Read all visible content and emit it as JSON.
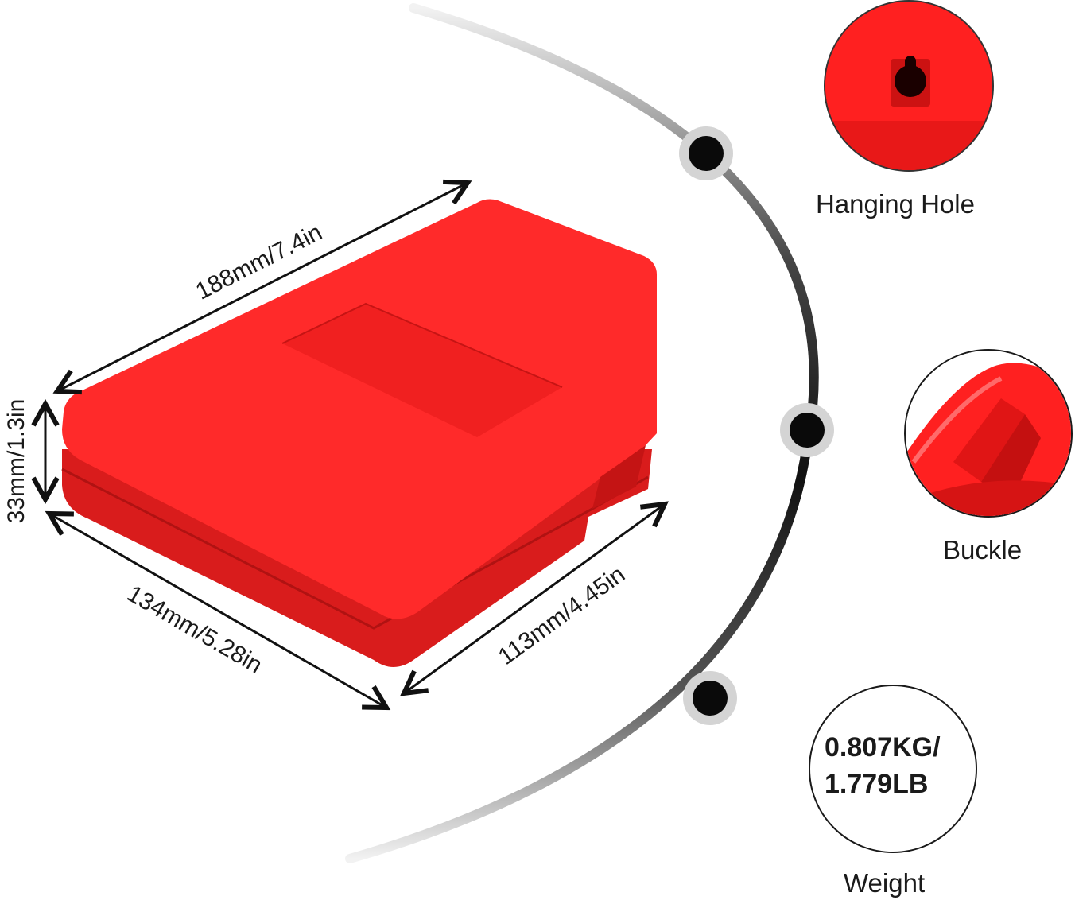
{
  "colors": {
    "case_red": "#ff2a2a",
    "case_shadow": "#c81818",
    "arc_dark": "#2b2b2b",
    "arc_light": "#e6e6e6",
    "text": "#1a1a1a"
  },
  "dimensions": {
    "length": "188mm/7.4in",
    "height": "33mm/1.3in",
    "width": "134mm/5.28in",
    "depth": "113mm/4.45in"
  },
  "features": {
    "hanging_hole": {
      "label": "Hanging Hole",
      "icon": "hanging-hole-icon"
    },
    "buckle": {
      "label": "Buckle",
      "icon": "buckle-icon"
    },
    "weight": {
      "label": "Weight",
      "value_line1": "0.807KG/",
      "value_line2": "1.779LB"
    }
  }
}
